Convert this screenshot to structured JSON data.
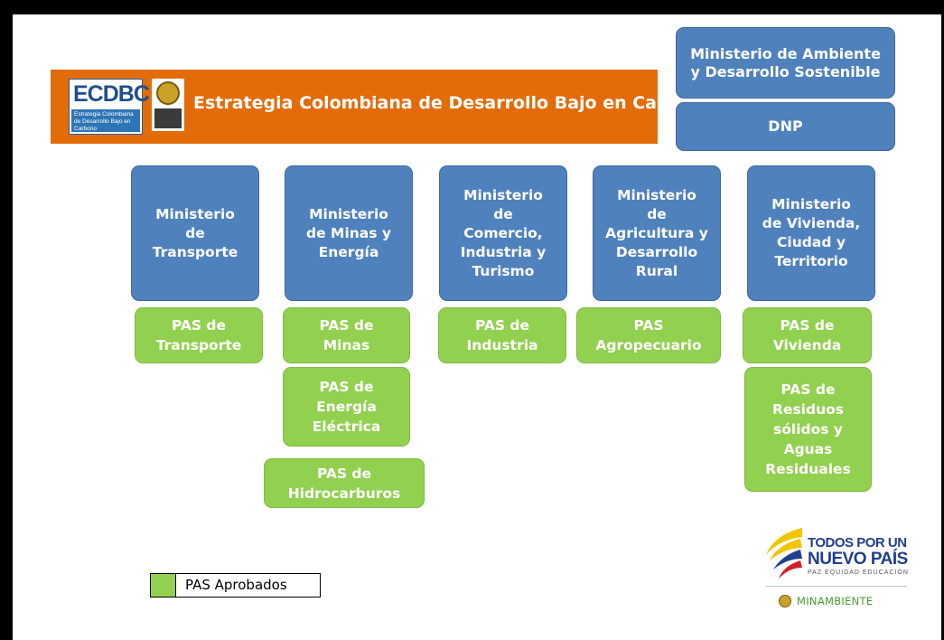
{
  "header": {
    "logo_title": "ECDBC",
    "logo_subtitle": "Estrategia Colombiana de Desarrollo Bajo en Carbono",
    "banner_text": "Estrategia Colombiana de Desarrollo Bajo en Carbono"
  },
  "top_right": {
    "ambiente": "Ministerio de Ambiente\ny Desarrollo Sostenible",
    "dnp": "DNP"
  },
  "ministerios": [
    {
      "name": "Ministerio\nde\nTransporte",
      "pas": [
        "PAS de\nTransporte"
      ]
    },
    {
      "name": "Ministerio\nde Minas y\nEnergía",
      "pas": [
        "PAS  de\nMinas",
        "PAS de\nEnergía\nEléctrica",
        "PAS de\nHidrocarburos"
      ]
    },
    {
      "name": "Ministerio\nde\nComercio,\nIndustria y\nTurismo",
      "pas": [
        "PAS de\nIndustria"
      ]
    },
    {
      "name": "Ministerio\nde\nAgricultura y\nDesarrollo\nRural",
      "pas": [
        "PAS\nAgropecuario"
      ]
    },
    {
      "name": "Ministerio\nde Vivienda,\nCiudad y\nTerritorio",
      "pas": [
        "PAS de\nVivienda",
        "PAS de\nResiduos\nsólidos y\nAguas\nResiduales"
      ]
    }
  ],
  "legend": {
    "label": "PAS Aprobados"
  },
  "footer_logo": {
    "line1": "TODOS POR UN",
    "line2": "NUEVO PAÍS",
    "line3": "PAZ  EQUIDAD  EDUCACIÓN",
    "ministry": "MINAMBIENTE"
  }
}
